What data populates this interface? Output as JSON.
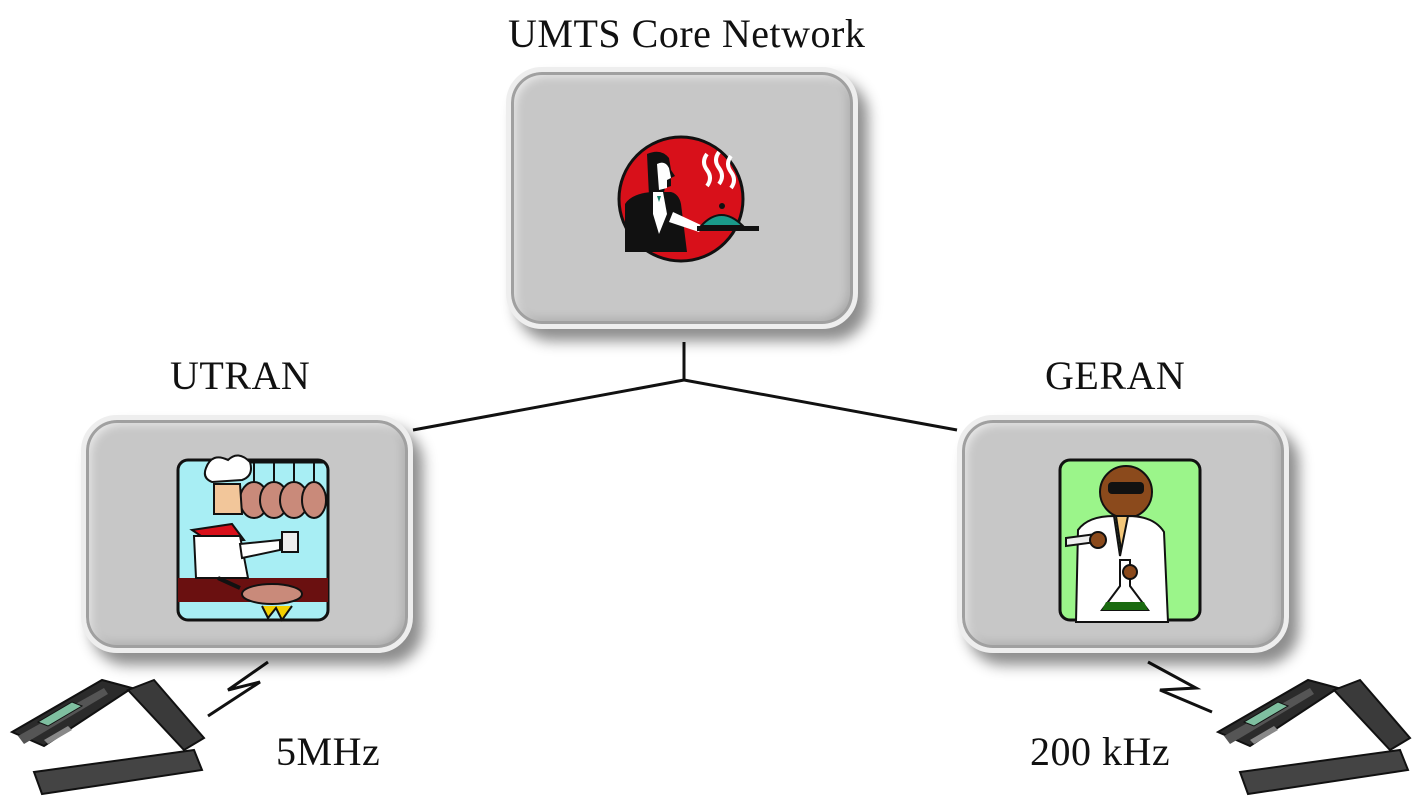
{
  "diagram": {
    "core": {
      "label": "UMTS Core Network",
      "icon": "waiter-serving-icon"
    },
    "utran": {
      "label": "UTRAN",
      "icon": "chef-cooking-icon",
      "link_label": "5MHz"
    },
    "geran": {
      "label": "GERAN",
      "icon": "scientist-lab-icon",
      "link_label": "200 kHz"
    },
    "devices": [
      {
        "icon": "mobile-phone-icon"
      },
      {
        "icon": "mobile-phone-icon"
      }
    ]
  }
}
